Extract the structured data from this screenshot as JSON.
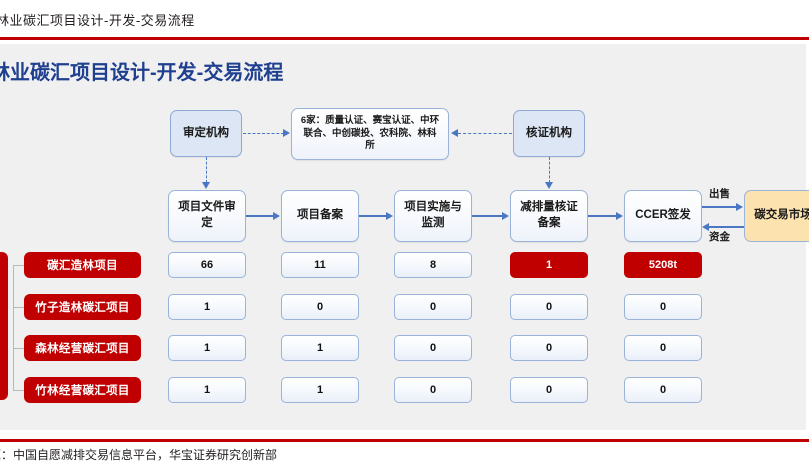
{
  "header": {
    "running_title": "林业碳汇项目设计-开发-交易流程"
  },
  "exhibit": {
    "title": "林业碳汇项目设计-开发-交易流程",
    "source": "源：中国自愿减排交易信息平台，华宝证券研究创新部"
  },
  "colors": {
    "accent_red": "#c00000",
    "title_blue": "#1f3f8f",
    "node_blue_fill": "#dce6f4",
    "node_blue_border": "#8faad4",
    "node_orange_fill": "#fbe2ae",
    "connector_blue": "#4a77c4",
    "panel_bg": "#f0f0f0"
  },
  "actors": {
    "verifier": "审定机构",
    "agencies": "6家：质量认证、赛宝认证、中环联合、中创碳投、农科院、林科所",
    "certifier": "核证机构"
  },
  "flow_steps": [
    {
      "id": "doc-review",
      "label": "项目文件审定"
    },
    {
      "id": "project-filing",
      "label": "项目备案"
    },
    {
      "id": "implementation",
      "label": "项目实施与监测"
    },
    {
      "id": "reduction-filing",
      "label": "减排量核证备案"
    },
    {
      "id": "ccer-issue",
      "label": "CCER签发"
    }
  ],
  "market": {
    "label": "碳交易市场",
    "sell_label": "出售",
    "funds_label": "资金"
  },
  "categories": [
    {
      "label": "碳汇造林项目"
    },
    {
      "label": "竹子造林碳汇项目"
    },
    {
      "label": "森林经营碳汇项目"
    },
    {
      "label": "竹林经营碳汇项目"
    }
  ],
  "table": {
    "columns": [
      "项目文件审定",
      "项目备案",
      "项目实施与监测",
      "减排量核证备案",
      "CCER签发"
    ],
    "rows": [
      {
        "category": "碳汇造林项目",
        "values": [
          "66",
          "11",
          "8",
          "1",
          "5208t"
        ],
        "highlight": [
          false,
          false,
          false,
          true,
          true
        ]
      },
      {
        "category": "竹子造林碳汇项目",
        "values": [
          "1",
          "0",
          "0",
          "0",
          "0"
        ],
        "highlight": [
          false,
          false,
          false,
          false,
          false
        ]
      },
      {
        "category": "森林经营碳汇项目",
        "values": [
          "1",
          "1",
          "0",
          "0",
          "0"
        ],
        "highlight": [
          false,
          false,
          false,
          false,
          false
        ]
      },
      {
        "category": "竹林经营碳汇项目",
        "values": [
          "1",
          "1",
          "0",
          "0",
          "0"
        ],
        "highlight": [
          false,
          false,
          false,
          false,
          false
        ]
      }
    ]
  }
}
